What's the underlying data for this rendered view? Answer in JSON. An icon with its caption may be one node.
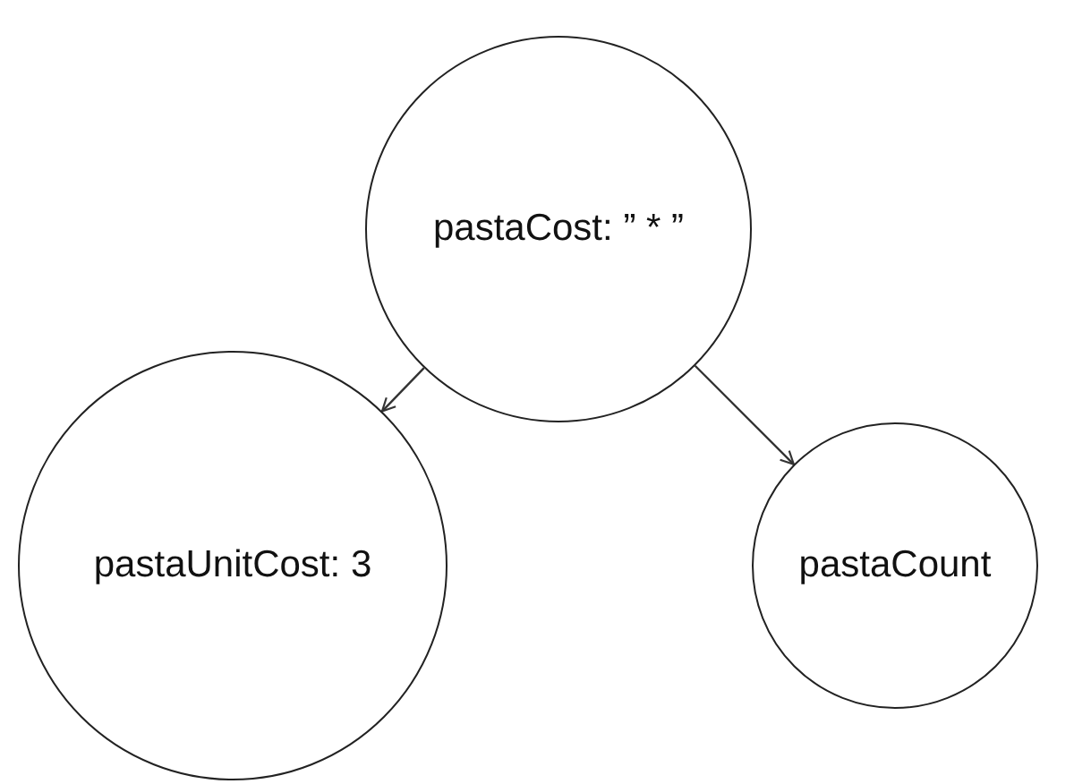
{
  "diagram": {
    "nodes": [
      {
        "text": [
          "pastaCost: ” * ”"
        ]
      },
      {
        "text": [
          "pastaUnitCost: 3"
        ]
      },
      {
        "text": [
          "pastaCount"
        ]
      }
    ],
    "edges": [
      {
        "from": 0,
        "to": 1,
        "arrow": "to"
      },
      {
        "from": 0,
        "to": 2,
        "arrow": "to"
      }
    ]
  }
}
